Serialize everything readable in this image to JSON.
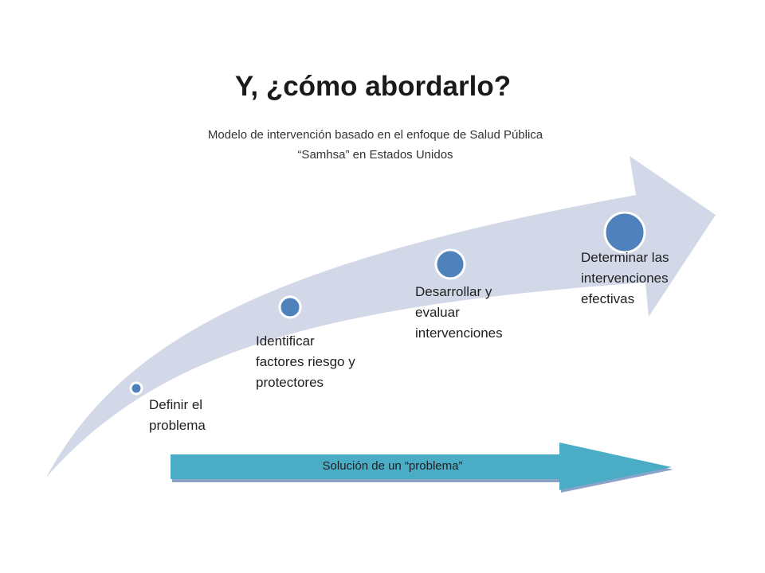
{
  "title": "Y, ¿cómo abordarlo?",
  "subtitle": {
    "line1": "Modelo de intervención basado en el enfoque de Salud Pública",
    "line2": "“Samhsa” en Estados Unidos"
  },
  "steps": [
    {
      "line1": "Definir el",
      "line2": "problema",
      "line3": ""
    },
    {
      "line1": "Identificar",
      "line2": "factores riesgo y",
      "line3": "protectores"
    },
    {
      "line1": "Desarrollar y",
      "line2": "evaluar",
      "line3": "intervenciones"
    },
    {
      "line1": "Determinar las",
      "line2": "intervenciones",
      "line3": "efectivas"
    }
  ],
  "bottom_arrow": {
    "label": "Solución de un “problema”"
  },
  "colors": {
    "big_arrow_fill": "#d2d8e8",
    "node_fill": "#4f81bd",
    "node_stroke": "#ffffff",
    "bottom_arrow_fill": "#4bacc6",
    "bottom_arrow_shadow": "#8aa3c8"
  }
}
